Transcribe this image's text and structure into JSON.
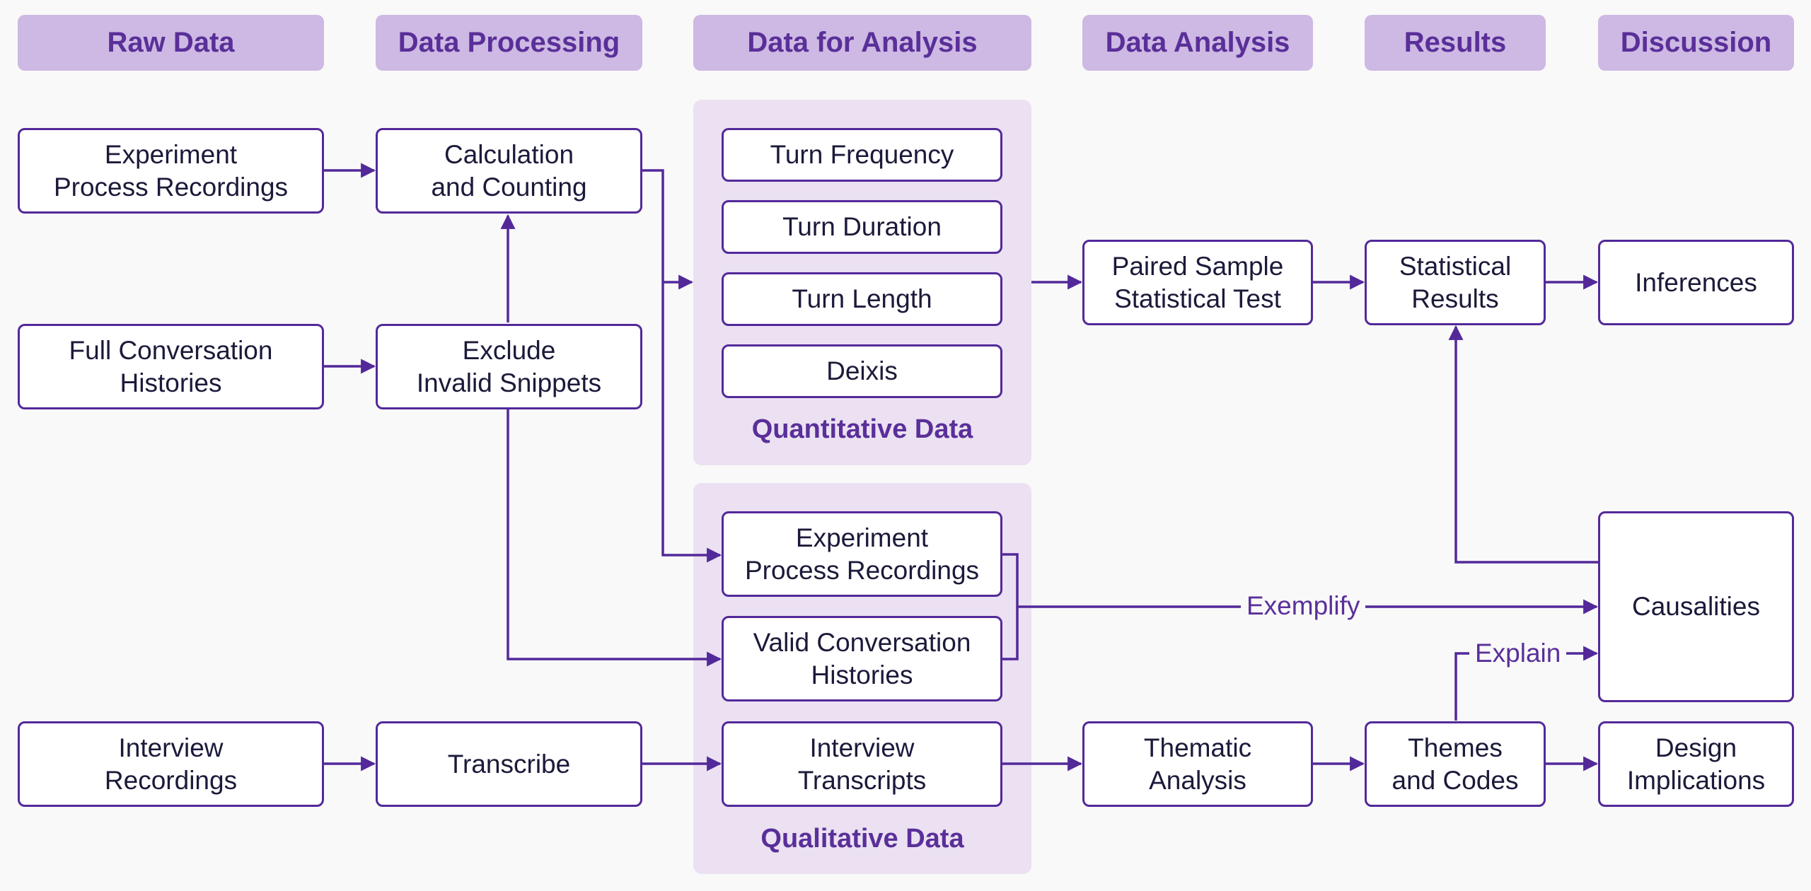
{
  "headers": {
    "raw_data": "Raw Data",
    "data_processing": "Data Processing",
    "data_for_analysis": "Data for Analysis",
    "data_analysis": "Data Analysis",
    "results": "Results",
    "discussion": "Discussion"
  },
  "raw": {
    "experiment_recordings": "Experiment\nProcess Recordings",
    "full_histories": "Full Conversation\nHistories",
    "interview_recordings": "Interview\nRecordings"
  },
  "processing": {
    "calculation": "Calculation\nand Counting",
    "exclude": "Exclude\nInvalid Snippets",
    "transcribe": "Transcribe"
  },
  "quantitative": {
    "label": "Quantitative Data",
    "turn_frequency": "Turn Frequency",
    "turn_duration": "Turn Duration",
    "turn_length": "Turn Length",
    "deixis": "Deixis"
  },
  "qualitative": {
    "label": "Qualitative Data",
    "experiment_recordings": "Experiment\nProcess Recordings",
    "valid_histories": "Valid Conversation\nHistories",
    "interview_transcripts": "Interview\nTranscripts"
  },
  "analysis": {
    "paired_test": "Paired Sample\nStatistical Test",
    "thematic": "Thematic\nAnalysis"
  },
  "results": {
    "statistical": "Statistical\nResults",
    "themes_codes": "Themes\nand Codes"
  },
  "discussion": {
    "inferences": "Inferences",
    "causalities": "Causalities",
    "design_implications": "Design\nImplications"
  },
  "edge_labels": {
    "exemplify": "Exemplify",
    "explain": "Explain"
  },
  "colors": {
    "accent": "#53299a",
    "header_fill": "#cdb9e3",
    "panel_fill": "#ebe1f2"
  }
}
